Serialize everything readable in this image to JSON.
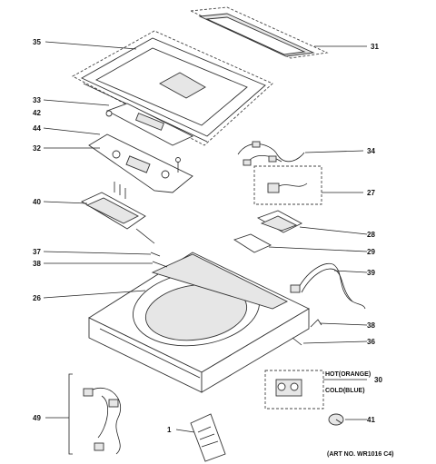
{
  "labels": {
    "l35": "35",
    "l31": "31",
    "l33": "33",
    "l42": "42",
    "l44": "44",
    "l32": "32",
    "l34": "34",
    "l27": "27",
    "l40": "40",
    "l28": "28",
    "l29": "29",
    "l37": "37",
    "l38a": "38",
    "l39": "39",
    "l26": "26",
    "l38b": "38",
    "l36": "36",
    "l30": "30",
    "l49": "49",
    "l1": "1",
    "l41": "41"
  },
  "valve_labels": {
    "hot": "HOT(ORANGE)",
    "cold": "COLD(BLUE)"
  },
  "art_no": "(ART NO. WR1016 C4)"
}
